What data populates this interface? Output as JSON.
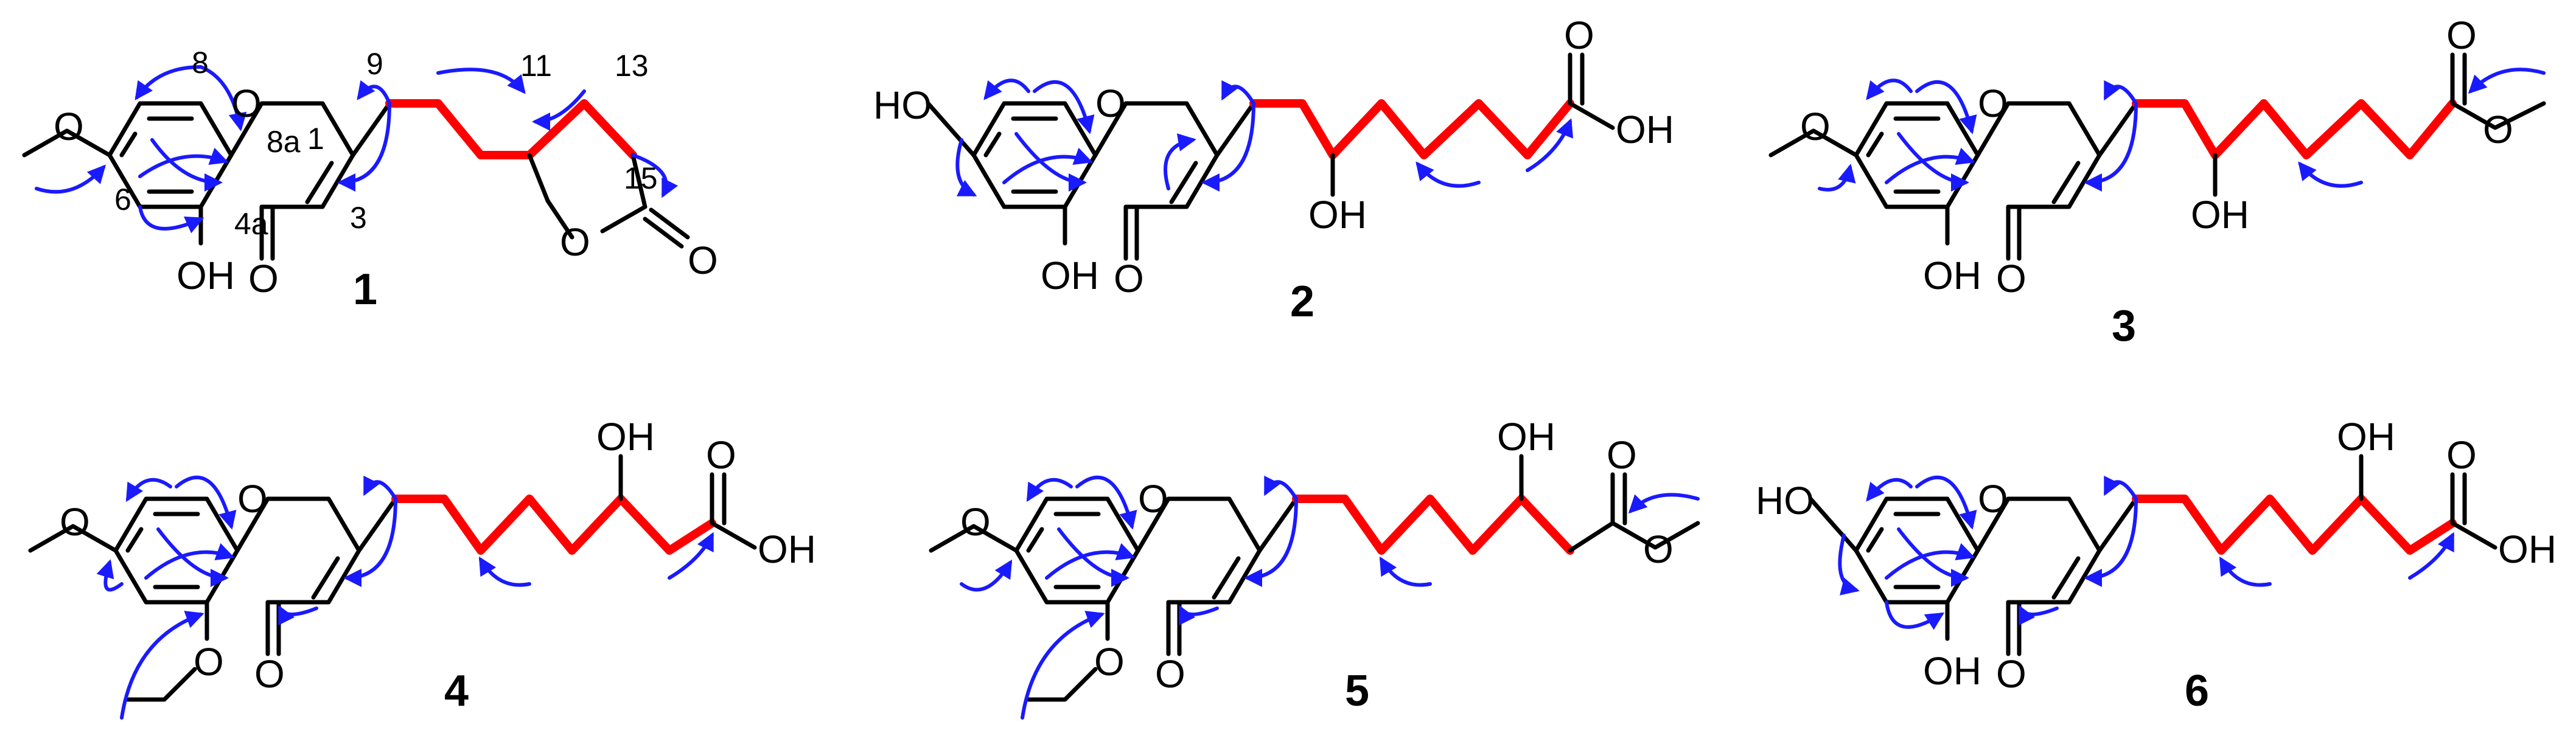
{
  "colors": {
    "bond": "#000000",
    "cosy": "#ff0000",
    "hmbc": "#1a1aff"
  },
  "compounds": [
    {
      "id": "1",
      "substituents": {
        "s7": "methoxy",
        "s5": "OH"
      },
      "labels": {
        "c8": "8",
        "c8a": "8a",
        "o1": "1",
        "c6": "6",
        "c4a": "4a",
        "c3": "3",
        "c9": "9",
        "c11": "11",
        "c13": "13",
        "c15": "15"
      }
    },
    {
      "id": "2",
      "labels": {
        "ho": "HO",
        "oh5": "OH",
        "oh_side": "OH",
        "oh_acid": "OH"
      }
    },
    {
      "id": "3",
      "labels": {
        "oh5": "OH",
        "oh_side": "OH"
      }
    },
    {
      "id": "4",
      "labels": {
        "oh_side": "OH",
        "oh_acid": "OH"
      }
    },
    {
      "id": "5",
      "labels": {
        "oh_side": "OH"
      }
    },
    {
      "id": "6",
      "labels": {
        "ho": "HO",
        "oh5": "OH",
        "oh_side": "OH",
        "oh_acid": "OH"
      }
    }
  ],
  "atoms": {
    "O": "O"
  }
}
